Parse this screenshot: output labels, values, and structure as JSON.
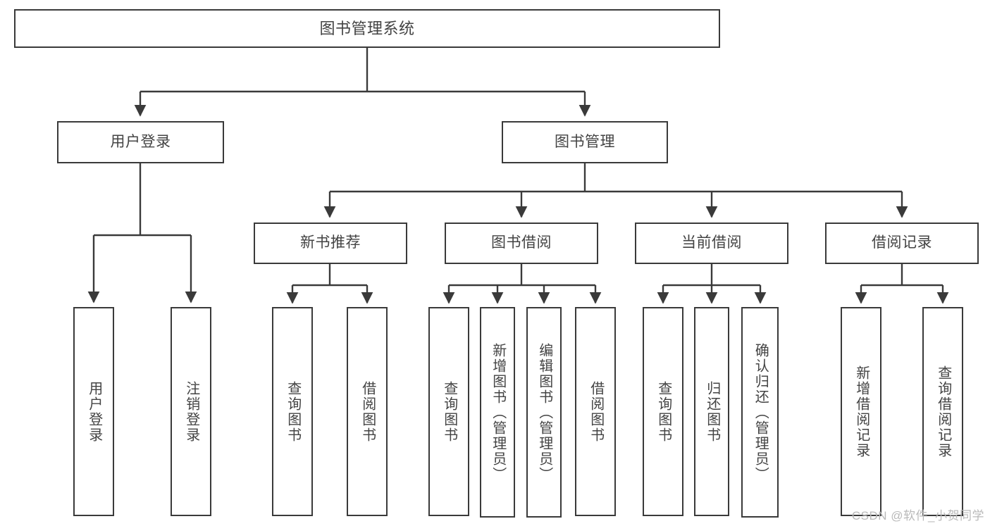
{
  "diagram": {
    "title": "图书管理系统",
    "type": "tree-hierarchy",
    "watermark": "CSDN @软件_小贺同学",
    "colors": {
      "box_border": "#3a3a3a",
      "box_fill": "#ffffff",
      "text": "#434343",
      "edge": "#3a3a3a",
      "watermark": "#b9b9b9",
      "background": "#ffffff"
    },
    "nodes": {
      "root": {
        "label": "图书管理系统"
      },
      "level1": [
        {
          "label": "用户登录"
        },
        {
          "label": "图书管理"
        }
      ],
      "level2": [
        {
          "label": "新书推荐"
        },
        {
          "label": "图书借阅"
        },
        {
          "label": "当前借阅"
        },
        {
          "label": "借阅记录"
        }
      ],
      "leaves": {
        "user_login": [
          {
            "label": "用户登录"
          },
          {
            "label": "注销登录"
          }
        ],
        "new_book_recommend": [
          {
            "label": "查询图书"
          },
          {
            "label": "借阅图书"
          }
        ],
        "book_borrow": [
          {
            "label": "查询图书"
          },
          {
            "label": "新增图书（管理员）"
          },
          {
            "label": "编辑图书（管理员）"
          },
          {
            "label": "借阅图书"
          }
        ],
        "current_borrow": [
          {
            "label": "查询图书"
          },
          {
            "label": "归还图书"
          },
          {
            "label": "确认归还（管理员）"
          }
        ],
        "borrow_record": [
          {
            "label": "新增借阅记录"
          },
          {
            "label": "查询借阅记录"
          }
        ]
      }
    }
  }
}
